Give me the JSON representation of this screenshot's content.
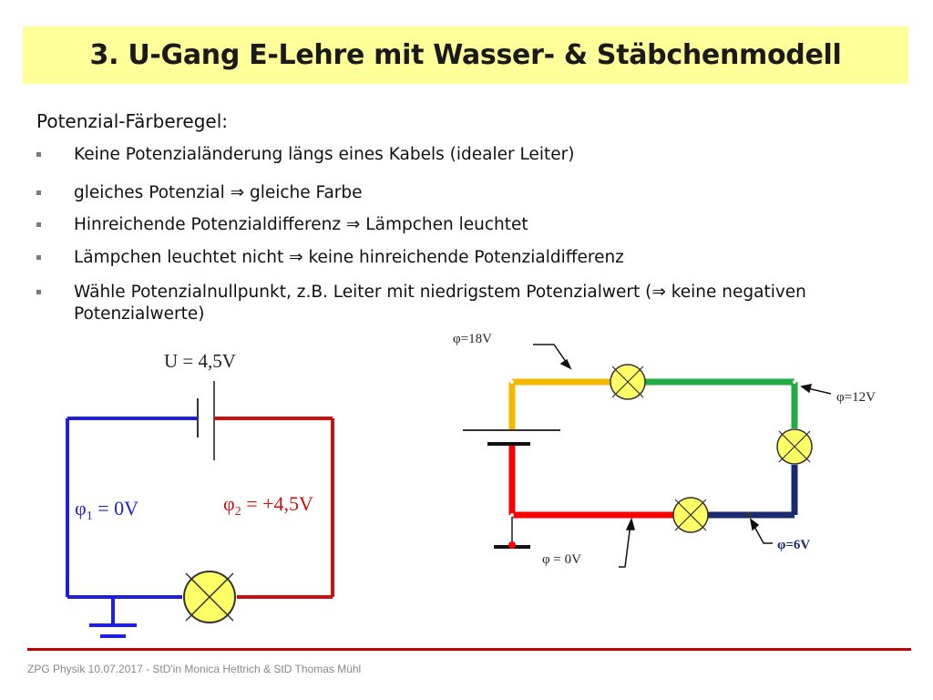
{
  "slide": {
    "title": "3. U-Gang E-Lehre mit Wasser- & Stäbchenmodell",
    "subheading": "Potenzial-Färberegel:",
    "bullets": [
      "Keine Potenzialänderung längs eines Kabels (idealer Leiter)",
      "gleiches Potenzial ⇒ gleiche Farbe",
      "Hinreichende Potenzialdifferenz ⇒ Lämpchen leuchtet",
      "Lämpchen leuchtet nicht ⇒ keine hinreichende Potenzialdifferenz",
      "Wähle Potenzialnullpunkt, z.B. Leiter mit niedrigstem Potenzialwert (⇒ keine negativen Potenzialwerte)"
    ],
    "footer": "ZPG Physik 10.07.2017 - StD'in Monica Hettrich & StD Thomas Mühl"
  },
  "left_circuit": {
    "voltage_label": "U = 4,5V",
    "phi1_label": "φ",
    "phi1_sub": "1",
    "phi1_value": " = 0V",
    "phi2_label": "φ",
    "phi2_sub": "2",
    "phi2_value": " = +4,5V"
  },
  "right_circuit": {
    "phi_18": "φ=18V",
    "phi_12": "φ=12V",
    "phi_6": "φ=6V",
    "phi_0": "φ = 0V"
  },
  "colors": {
    "title_bg": "#ffff99",
    "blue": "#1f1fe0",
    "red": "#cc1111",
    "bright_red": "#ff0000",
    "yellow_wire": "#f5b800",
    "green_wire": "#22aa44",
    "navy_wire": "#1a2a6e",
    "lamp_fill": "#ffff66",
    "footer_line": "#c00000"
  }
}
